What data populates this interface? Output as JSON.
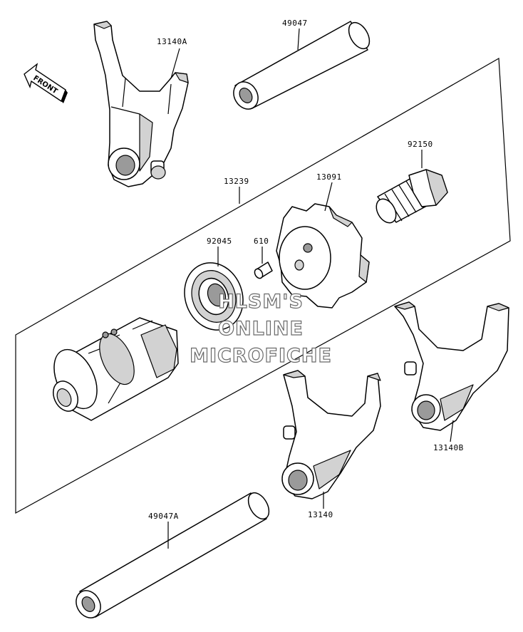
{
  "parts": {
    "p13140A": "13140A",
    "p49047": "49047",
    "p92150": "92150",
    "p13239": "13239",
    "p13091": "13091",
    "p92045": "92045",
    "p610": "610",
    "p13140B": "13140B",
    "p13140": "13140",
    "p49047A": "49047A"
  },
  "front_label": "FRONT",
  "watermark": {
    "line1": "HLSM'S",
    "line2": "ONLINE",
    "line3": "MICROFICHE"
  }
}
